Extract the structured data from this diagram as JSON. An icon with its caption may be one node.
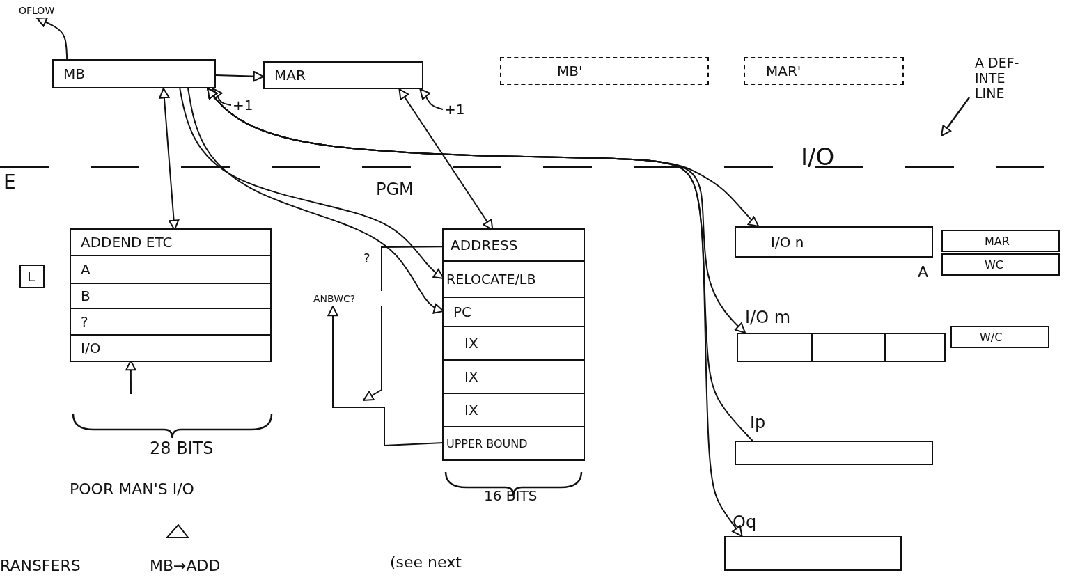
{
  "diagram": {
    "nodes": [
      {
        "text": [
          "OFLOW"
        ]
      },
      {
        "text": [
          "MB"
        ]
      },
      {
        "text": [
          "MAR"
        ]
      },
      {
        "text": [
          "MB'"
        ]
      },
      {
        "text": [
          "MAR'"
        ]
      },
      {
        "text": [
          "+1"
        ]
      },
      {
        "text": [
          "+1"
        ]
      },
      {
        "text": [],
        "shape": "box"
      },
      {
        "text": [
          "ADDEND ETC"
        ],
        "in": 7
      },
      {
        "text": [
          "A"
        ],
        "in": 7
      },
      {
        "text": [
          "B"
        ],
        "in": 7
      },
      {
        "text": [
          "?"
        ],
        "in": 7
      },
      {
        "text": [
          "I/O"
        ],
        "in": 7
      },
      {
        "text": [
          "L"
        ]
      },
      {
        "text": [
          "ANBWC?"
        ]
      },
      {
        "text": [],
        "shape": "box"
      },
      {
        "text": [
          "ADDRESS"
        ],
        "in": 15
      },
      {
        "text": [
          "RELOCATE/LB"
        ],
        "in": 15
      },
      {
        "text": [
          "PC"
        ],
        "in": 15
      },
      {
        "text": [
          "IX"
        ],
        "in": 15
      },
      {
        "text": [
          "IX"
        ],
        "in": 15
      },
      {
        "text": [
          "IX"
        ],
        "in": 15
      },
      {
        "text": [
          "UPPER BOUND"
        ],
        "in": 15
      },
      {
        "text": [
          "I/O n"
        ]
      },
      {
        "text": [
          "MAR"
        ]
      },
      {
        "text": [
          "WC"
        ]
      },
      {
        "text": [
          "I/O m"
        ]
      },
      {
        "text": [
          "W/C"
        ]
      },
      {
        "text": [
          "Ip"
        ]
      },
      {
        "text": [
          "Oq"
        ]
      }
    ],
    "edges": [
      {
        "from": 1,
        "to": 0,
        "arrow": "to"
      },
      {
        "from": 1,
        "to": 2,
        "arrow": "to"
      },
      {
        "from": 5,
        "to": 1,
        "arrow": "to"
      },
      {
        "from": 6,
        "to": 2,
        "arrow": "to"
      },
      {
        "from": 1,
        "to": 8,
        "arrow": "both"
      },
      {
        "from": 1,
        "to": 17,
        "arrow": "to"
      },
      {
        "from": 1,
        "to": 18,
        "arrow": "to"
      },
      {
        "from": 1,
        "to": 23,
        "arrow": "both"
      },
      {
        "from": 1,
        "to": 26,
        "arrow": "both"
      },
      {
        "from": 28,
        "to": 1,
        "arrow": "to"
      },
      {
        "from": 1,
        "to": 29,
        "arrow": "both"
      },
      {
        "from": 2,
        "to": 16,
        "arrow": "both"
      },
      {
        "from": null,
        "to": 12,
        "arrow": "to"
      },
      {
        "from": 22,
        "to": 14,
        "arrow": "to"
      },
      {
        "from": 16,
        "to": null,
        "arrow": "to"
      }
    ],
    "labels": [
      "A",
      "E",
      "PGM",
      "I/O",
      "A DEF- INTE LINE",
      "?",
      "28 BITS",
      "POOR MAN'S I/O",
      "16 BITS",
      "RANSFERS",
      "MB→ADD",
      "(see next"
    ]
  }
}
